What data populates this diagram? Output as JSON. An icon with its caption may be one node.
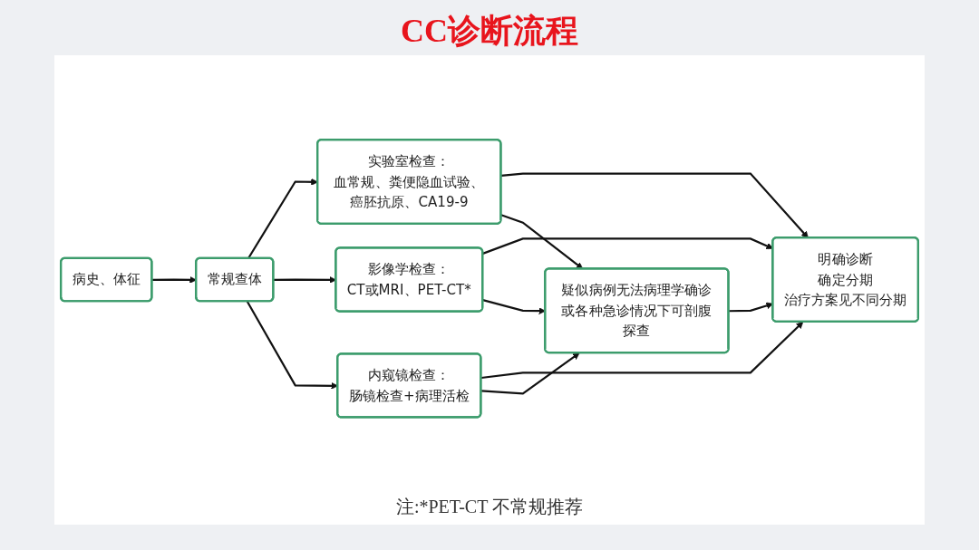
{
  "diagram": {
    "title": "CC诊断流程",
    "nodes": [
      {
        "text": [
          "病史、体征"
        ]
      },
      {
        "text": [
          "常规查体"
        ]
      },
      {
        "text": [
          "实验室检查：",
          "血常规、粪便隐血试验、癌胚抗原、CA19-9"
        ]
      },
      {
        "text": [
          "影像学检查：",
          "CT或MRI、PET-CT*"
        ]
      },
      {
        "text": [
          "内窥镜检查：",
          "肠镜检查+病理活检"
        ]
      },
      {
        "text": [
          "疑似病例无法病理学确诊或各种急诊情况下可剖腹探查"
        ]
      },
      {
        "text": [
          "明确诊断",
          "确定分期",
          "治疗方案见不同分期"
        ]
      }
    ],
    "edges": [
      {
        "from": 0,
        "to": 1,
        "arrow": "to"
      },
      {
        "from": 1,
        "to": 2,
        "arrow": "to"
      },
      {
        "from": 1,
        "to": 3,
        "arrow": "to"
      },
      {
        "from": 1,
        "to": 4,
        "arrow": "to"
      },
      {
        "from": 2,
        "to": 6,
        "arrow": "to"
      },
      {
        "from": 3,
        "to": 6,
        "arrow": "to"
      },
      {
        "from": 4,
        "to": 6,
        "arrow": "to"
      },
      {
        "from": 2,
        "to": 5,
        "arrow": "to"
      },
      {
        "from": 3,
        "to": 5,
        "arrow": "to"
      },
      {
        "from": 4,
        "to": 5,
        "arrow": "to"
      },
      {
        "from": 5,
        "to": 6,
        "arrow": "to"
      }
    ],
    "labels": [
      "注:*PET-CT 不常规推荐"
    ]
  }
}
